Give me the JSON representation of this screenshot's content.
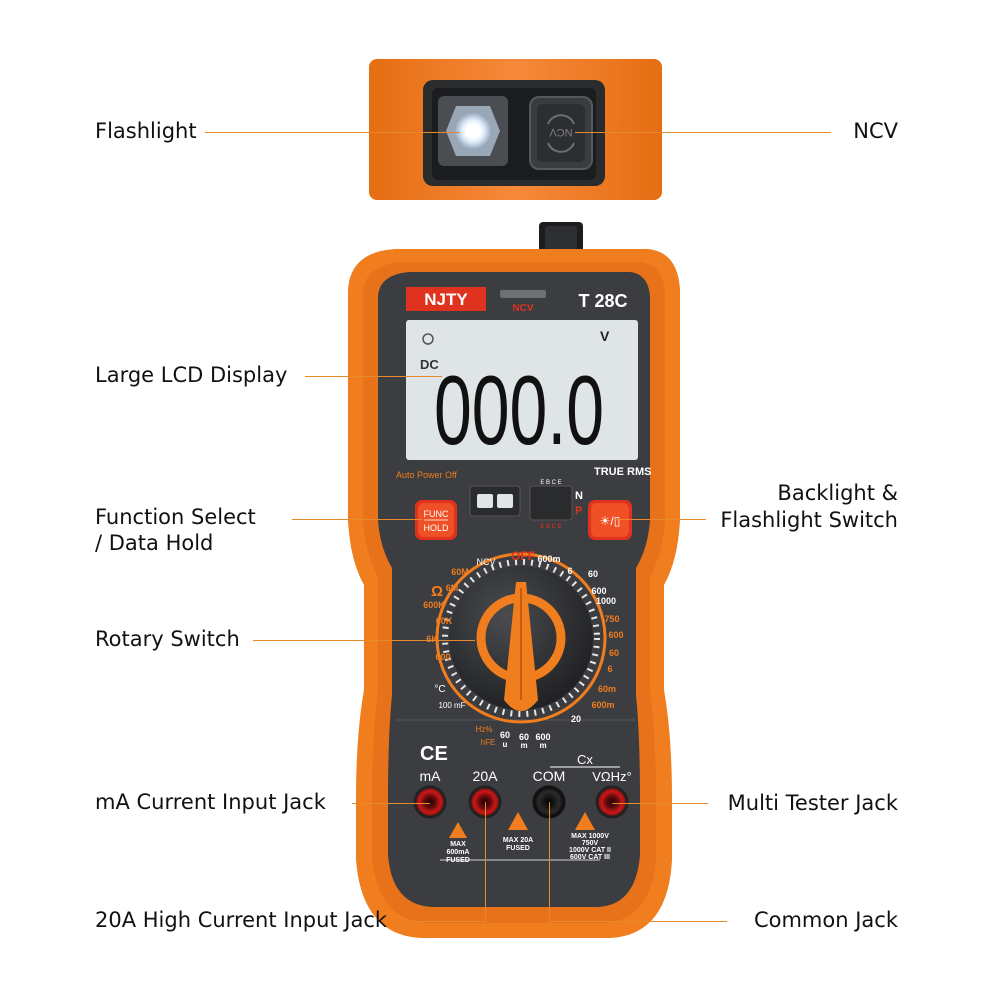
{
  "callouts": {
    "flashlight": "Flashlight",
    "ncv": "NCV",
    "lcd": "Large LCD Display",
    "func_line1": "Function Select",
    "func_line2": "/ Data Hold",
    "backlight_line1": "Backlight &",
    "backlight_line2": "Flashlight Switch",
    "rotary": "Rotary Switch",
    "ma_jack": "mA Current Input Jack",
    "multi_jack": "Multi Tester Jack",
    "a20_jack": "20A High Current Input Jack",
    "com_jack": "Common Jack"
  },
  "device": {
    "brand": "NJTY",
    "model": "T 28C",
    "ncv_label": "NCV",
    "lcd_unit": "V",
    "lcd_mode": "DC",
    "lcd_reading": "000.0",
    "true_rms": "TRUE RMS",
    "auto_power_off": "Auto Power Off",
    "func_button_top": "FUNC",
    "func_button_bottom": "HOLD",
    "socket_letters_top": "E B C E",
    "socket_letters_bottom": "E B C E",
    "np_n": "N",
    "np_p": "P",
    "ce_mark": "CE",
    "dial": {
      "off": "OFF",
      "ncv": "NCV",
      "left": [
        "60M",
        "6M",
        "600K",
        "60K",
        "6K",
        "600"
      ],
      "ohm": "Ω",
      "right_dcv": [
        "600m",
        "6",
        "60",
        "600",
        "1000"
      ],
      "right_acv": [
        "750",
        "600",
        "60",
        "6",
        "60m",
        "600m"
      ],
      "bottom": [
        "60",
        "60",
        "600",
        "20"
      ],
      "bottom_units": [
        "u",
        "m",
        "m"
      ],
      "hz": "Hz%",
      "hfe": "hFE",
      "cap": "100 mF",
      "temp": "°C"
    },
    "jacks": {
      "cx": "Cx",
      "ma": "mA",
      "a20": "20A",
      "com": "COM",
      "multi": "VΩHz°"
    },
    "fuse_ma": [
      "MAX",
      "600mA",
      "FUSED"
    ],
    "fuse_20a": [
      "MAX 20A",
      "FUSED"
    ],
    "rating": [
      "MAX 1000V",
      "750V",
      "1000V CAT II",
      "600V CAT III"
    ]
  },
  "colors": {
    "accent": "#f07d1e",
    "body_dark": "#3b3d40",
    "lcd_bg": "#dfe4e6",
    "brand_red": "#e0331f"
  }
}
